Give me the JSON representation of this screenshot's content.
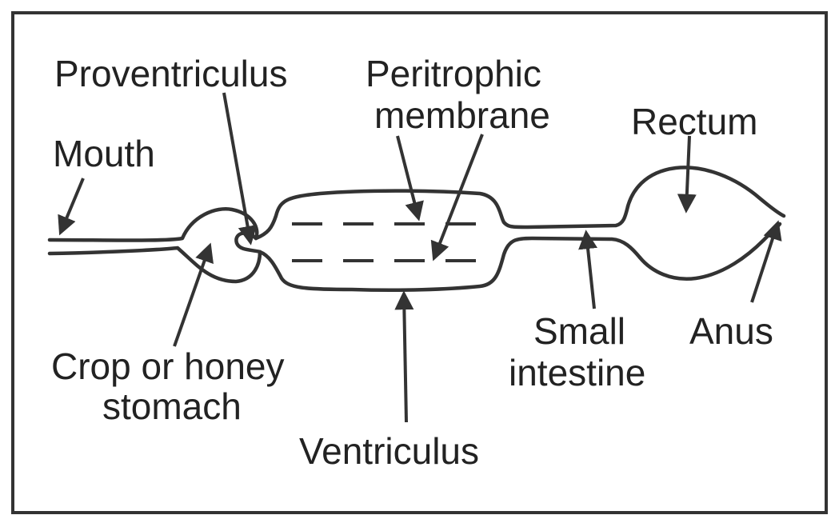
{
  "labels": {
    "mouth": "Mouth",
    "proventriculus": "Proventriculus",
    "peritrophic_line1": "Peritrophic",
    "peritrophic_line2": "membrane",
    "rectum": "Rectum",
    "crop_line1": "Crop or honey",
    "crop_line2": "stomach",
    "ventriculus": "Ventriculus",
    "small_intestine_line1": "Small",
    "small_intestine_line2": "intestine",
    "anus": "Anus"
  },
  "colors": {
    "stroke": "#333333",
    "text": "#222222",
    "background": "#ffffff"
  }
}
